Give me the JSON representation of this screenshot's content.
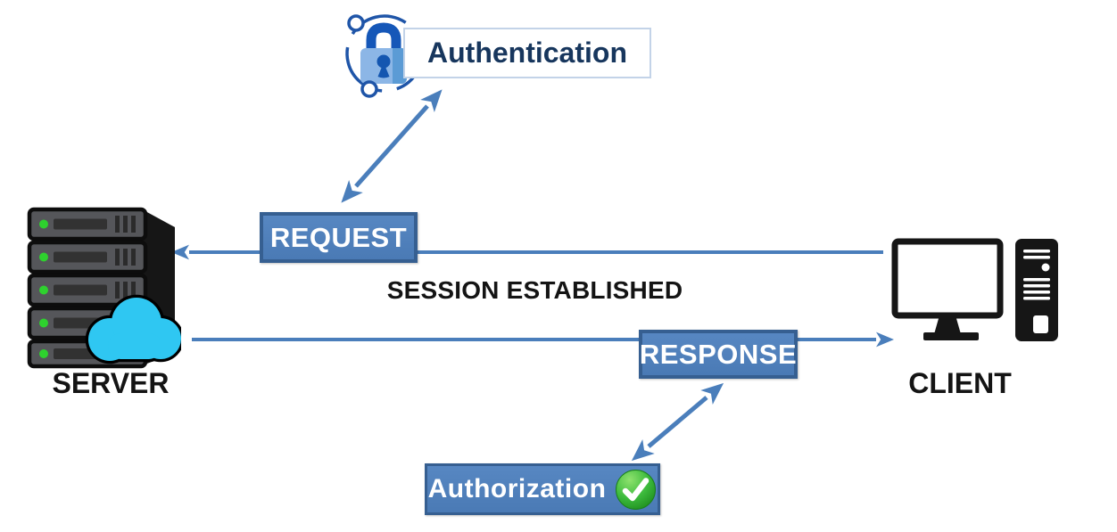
{
  "nodes": {
    "server": {
      "label": "SERVER"
    },
    "client": {
      "label": "CLIENT"
    },
    "authentication": {
      "label": "Authentication"
    },
    "authorization": {
      "label": "Authorization"
    },
    "request": {
      "label": "REQUEST"
    },
    "response": {
      "label": "RESPONSE"
    },
    "session": {
      "label": "SESSION ESTABLISHED"
    }
  },
  "icons": {
    "authentication": "padlock-circuit-icon",
    "authorization": "check-circle-icon",
    "server": "server-rack-cloud-icon",
    "client": "desktop-computer-icon"
  },
  "colors": {
    "arrow_blue": "#4a7ebb",
    "box_fill": "#4f81bd",
    "box_border": "#365f91",
    "navy_text": "#17365d",
    "auth_box_border": "#c3d3e8",
    "check_green": "#2fae2f",
    "cloud_cyan": "#2fc7f2",
    "led_green": "#2ed12e",
    "device_black": "#161616"
  }
}
